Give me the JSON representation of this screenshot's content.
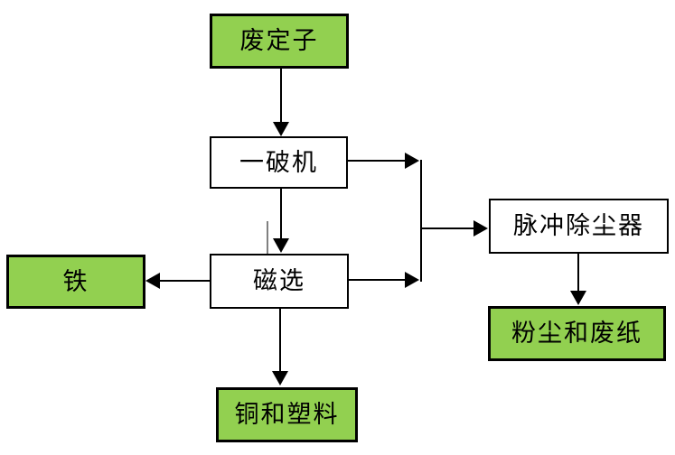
{
  "diagram": {
    "type": "flowchart",
    "background": "#ffffff",
    "nodes": {
      "waste_stator": {
        "label": "废定子",
        "kind": "material",
        "fill": "#92d050"
      },
      "first_crusher": {
        "label": "一破机",
        "kind": "process",
        "fill": "#ffffff"
      },
      "magnetic_separation": {
        "label": "磁选",
        "kind": "process",
        "fill": "#ffffff"
      },
      "iron": {
        "label": "铁",
        "kind": "material",
        "fill": "#92d050"
      },
      "copper_plastic": {
        "label": "铜和塑料",
        "kind": "material",
        "fill": "#92d050"
      },
      "pulse_dust_collector": {
        "label": "脉冲除尘器",
        "kind": "process",
        "fill": "#ffffff"
      },
      "dust_waste_paper": {
        "label": "粉尘和废纸",
        "kind": "material",
        "fill": "#92d050"
      }
    },
    "edges": [
      {
        "from": "废定子",
        "to": "一破机"
      },
      {
        "from": "一破机",
        "to": "磁选"
      },
      {
        "from": "一破机",
        "to": "脉冲除尘器"
      },
      {
        "from": "磁选",
        "to": "铁"
      },
      {
        "from": "磁选",
        "to": "铜和塑料"
      },
      {
        "from": "磁选",
        "to": "脉冲除尘器"
      },
      {
        "from": "脉冲除尘器",
        "to": "粉尘和废纸"
      }
    ],
    "colors": {
      "node_green": "#92d050",
      "node_white": "#ffffff",
      "border": "#000000",
      "arrow": "#000000"
    }
  }
}
